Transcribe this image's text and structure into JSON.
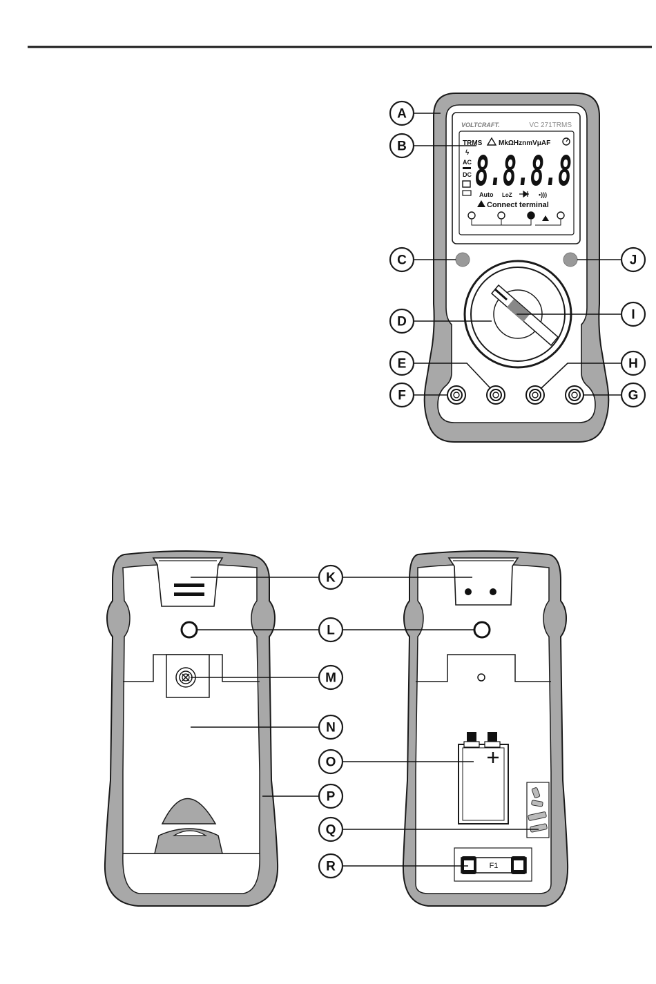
{
  "meter": {
    "brand": "VOLTCRAFT.",
    "model": "VC 271TRMS",
    "lcd": {
      "trms": "TRMS",
      "units": "MkΩHznmVμAF",
      "ac": "AC",
      "dc": "DC",
      "digits": "8.8.8.8",
      "auto": "Auto",
      "loz": "LoZ",
      "connect_terminal": "Connect terminal"
    }
  },
  "fuse": {
    "label": "F1"
  },
  "labels": [
    {
      "letter": "A"
    },
    {
      "letter": "B"
    },
    {
      "letter": "C"
    },
    {
      "letter": "D"
    },
    {
      "letter": "E"
    },
    {
      "letter": "F"
    },
    {
      "letter": "G"
    },
    {
      "letter": "H"
    },
    {
      "letter": "I"
    },
    {
      "letter": "J"
    },
    {
      "letter": "K"
    },
    {
      "letter": "L"
    },
    {
      "letter": "M"
    },
    {
      "letter": "N"
    },
    {
      "letter": "O"
    },
    {
      "letter": "P"
    },
    {
      "letter": "Q"
    },
    {
      "letter": "R"
    }
  ]
}
